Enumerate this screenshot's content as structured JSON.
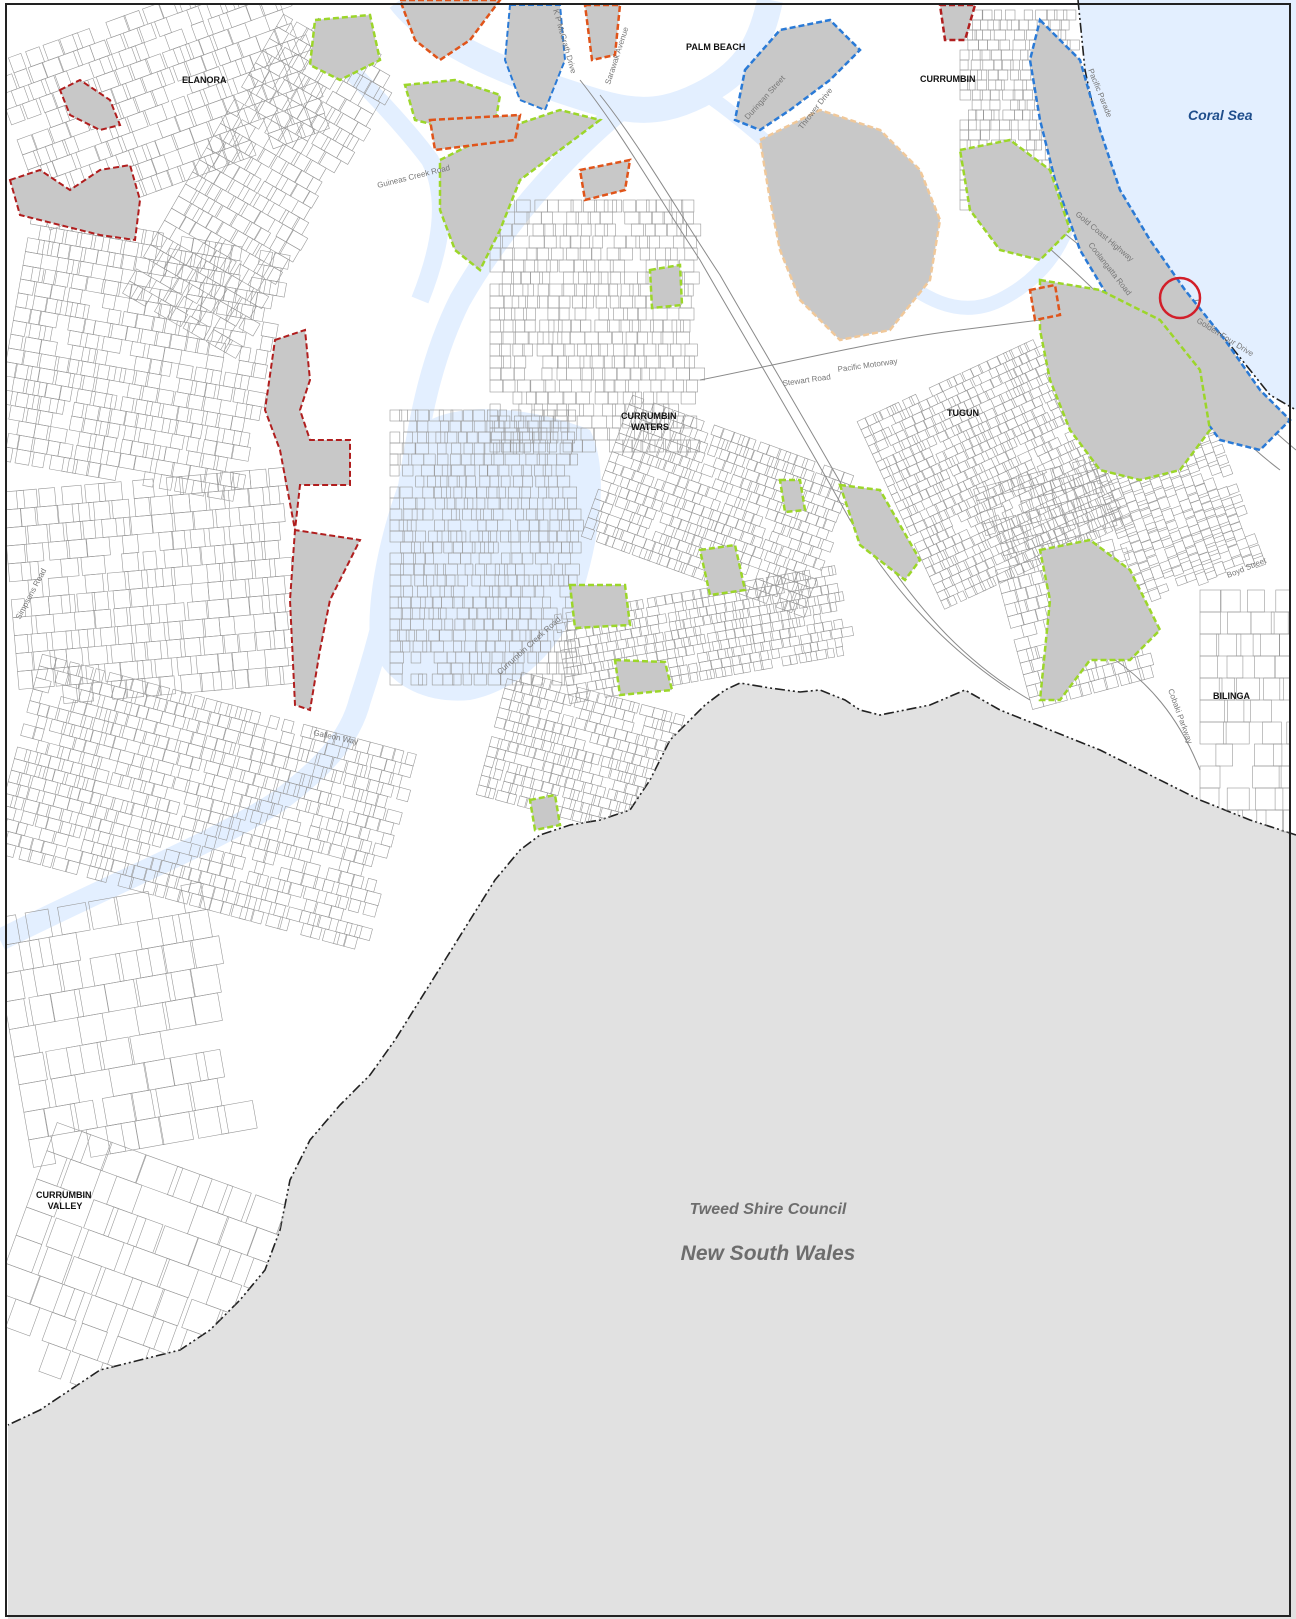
{
  "map": {
    "region_label": "Tweed Shire Council",
    "state_label": "New South Wales",
    "sea_label": "Coral Sea",
    "colors": {
      "water": "#e3efff",
      "nsw_area": "#e1e1e1",
      "lot_fill": "#c8c8c8",
      "overlay_green": "#9cd62a",
      "overlay_blue": "#2a7ad6",
      "overlay_orange": "#f0c89a",
      "overlay_red": "#b01e1e",
      "overlay_darkorange": "#e0541a",
      "highlight_circle": "#d21f2a"
    },
    "suburbs": [
      {
        "id": "elanora",
        "lines": [
          "ELANORA"
        ]
      },
      {
        "id": "palm-beach",
        "lines": [
          "PALM BEACH"
        ]
      },
      {
        "id": "currumbin",
        "lines": [
          "CURRUMBIN"
        ]
      },
      {
        "id": "currumbin-waters",
        "lines": [
          "CURRUMBIN",
          "WATERS"
        ]
      },
      {
        "id": "tugun",
        "lines": [
          "TUGUN"
        ]
      },
      {
        "id": "bilinga",
        "lines": [
          "BILINGA"
        ]
      },
      {
        "id": "currumbin-valley",
        "lines": [
          "CURRUMBIN",
          "VALLEY"
        ]
      }
    ],
    "roads": [
      {
        "id": "guineas-creek-road",
        "name": "Guineas Creek Road"
      },
      {
        "id": "kp-mcgrath-drive",
        "name": "K P McGrath Drive"
      },
      {
        "id": "sarawak-avenue",
        "name": "Sarawak Avenue"
      },
      {
        "id": "duringan-street",
        "name": "Duringan Street"
      },
      {
        "id": "thrower-drive",
        "name": "Thrower Drive"
      },
      {
        "id": "pacific-parade",
        "name": "Pacific Parade"
      },
      {
        "id": "gold-coast-highway",
        "name": "Gold Coast Highway"
      },
      {
        "id": "coolangatta-road",
        "name": "Coolangatta Road"
      },
      {
        "id": "golden-four-drive",
        "name": "Golden Four Drive"
      },
      {
        "id": "stewart-road",
        "name": "Stewart Road"
      },
      {
        "id": "pacific-motorway",
        "name": "Pacific Motorway"
      },
      {
        "id": "boyd-street",
        "name": "Boyd Street"
      },
      {
        "id": "simpsons-road",
        "name": "Simpsons Road"
      },
      {
        "id": "currumbin-creek-road",
        "name": "Currumbin Creek Road"
      },
      {
        "id": "galleon-way",
        "name": "Galleon Way"
      },
      {
        "id": "cobaki-parkway",
        "name": "Cobaki Parkway"
      }
    ]
  }
}
